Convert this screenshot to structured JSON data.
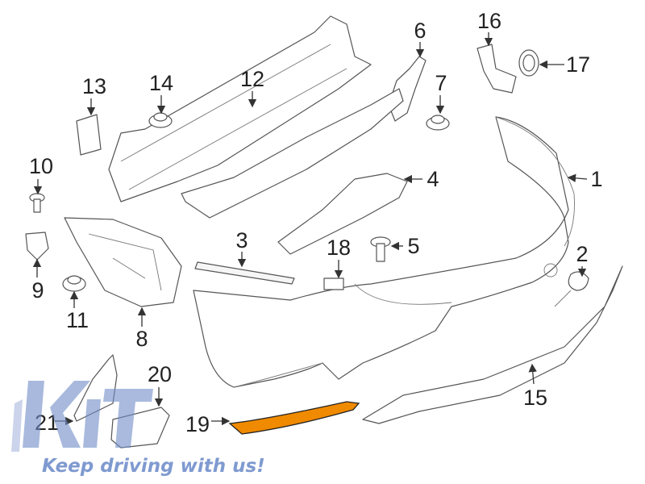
{
  "diagram": {
    "title": "Rear bumper parts diagram",
    "highlight_color": "#f08a00",
    "callouts": [
      "1",
      "2",
      "3",
      "4",
      "5",
      "6",
      "7",
      "8",
      "9",
      "10",
      "11",
      "12",
      "13",
      "14",
      "15",
      "16",
      "17",
      "18",
      "19",
      "20",
      "21"
    ],
    "highlighted_part": "19"
  },
  "watermark": {
    "logo_text": "KiT",
    "tagline": "Keep driving with us!",
    "color": "#7f9ad0"
  }
}
